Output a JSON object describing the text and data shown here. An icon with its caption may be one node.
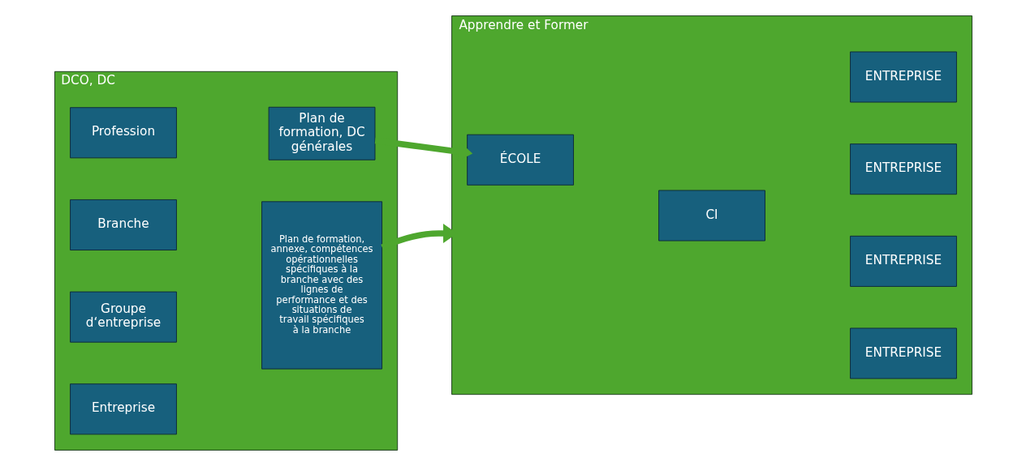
{
  "diagram": {
    "nodes": [
      {
        "text": [
          "DCO, DC"
        ]
      },
      {
        "text": [
          "Profession"
        ],
        "in": 0
      },
      {
        "text": [
          "Branche"
        ],
        "in": 0
      },
      {
        "text": [
          "Groupe d‘entreprise"
        ],
        "in": 0
      },
      {
        "text": [
          "Entreprise"
        ],
        "in": 0
      },
      {
        "text": [
          "Plan de formation, DC générales"
        ],
        "in": 0
      },
      {
        "text": [
          "Plan de formation, annexe, compétences opérationnelles spécifiques à la branche avec des lignes de performance et des situations de travail spécifiques à la branche"
        ],
        "in": 0
      },
      {
        "text": [
          "Apprendre et Former"
        ]
      },
      {
        "text": [
          "ÉCOLE"
        ],
        "in": 7
      },
      {
        "text": [
          "CI"
        ],
        "in": 7
      },
      {
        "text": [
          "ENTREPRISE"
        ],
        "in": 7
      },
      {
        "text": [
          "ENTREPRISE"
        ],
        "in": 7
      },
      {
        "text": [
          "ENTREPRISE"
        ],
        "in": 7
      },
      {
        "text": [
          "ENTREPRISE"
        ],
        "in": 7
      }
    ],
    "edges": [
      {
        "from": 5,
        "to": 8,
        "arrow": "to"
      },
      {
        "from": 6,
        "to": 7,
        "arrow": "to"
      }
    ]
  }
}
